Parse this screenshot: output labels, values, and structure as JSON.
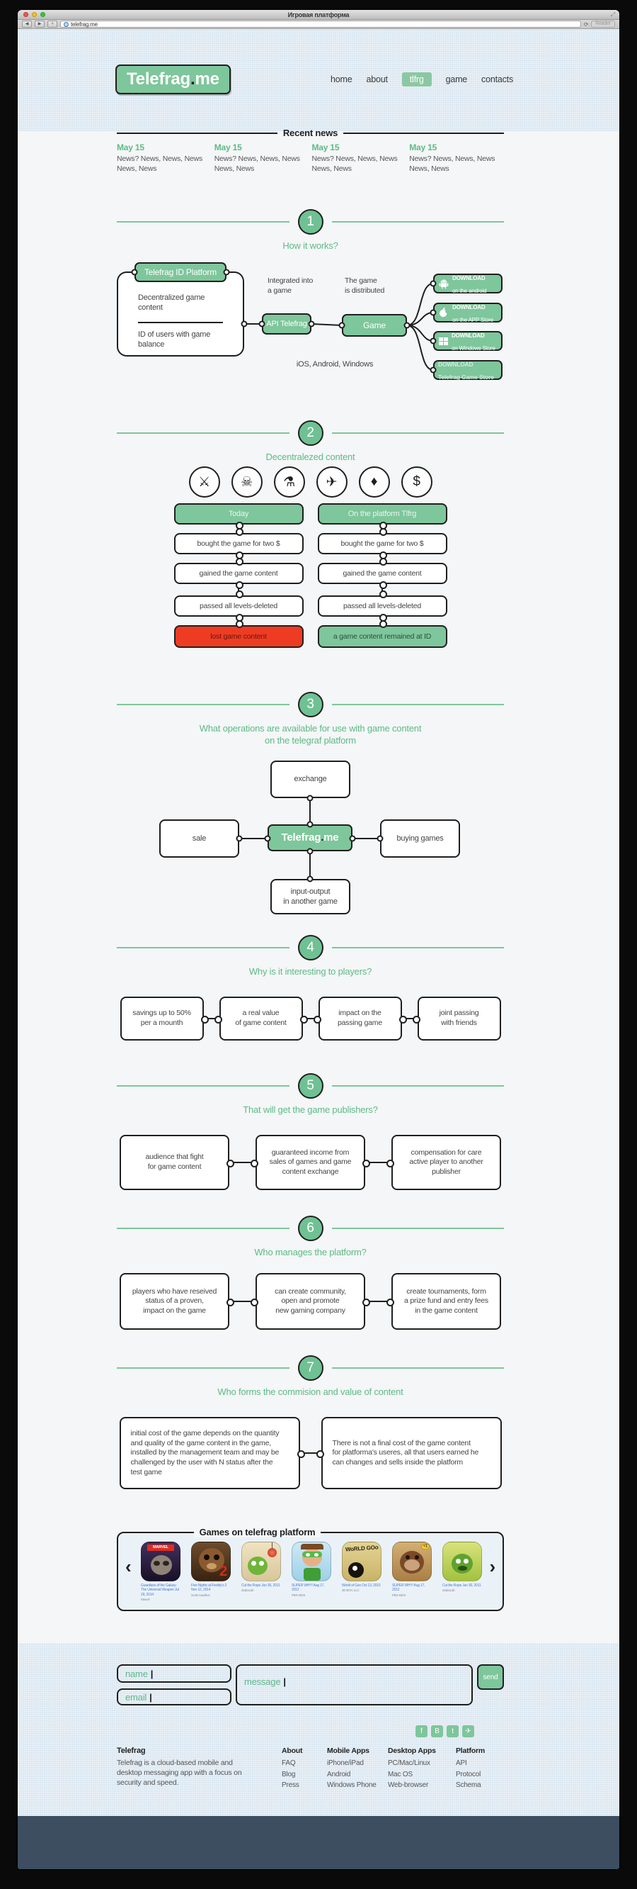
{
  "browser": {
    "window_title": "Игровая платформа",
    "url": "telefrag.me",
    "back": "◀",
    "forward": "▶",
    "new_tab": "+",
    "refresh": "⟳",
    "reader_label": "Reader"
  },
  "colors": {
    "accent_green": "#7ec69b",
    "green_text": "#5eba87",
    "danger_red": "#ee3c23",
    "ink": "#1f1f1f",
    "page_bg": "#f4f6f7",
    "panel_bg": "#dbe7f1",
    "navy_bar": "#3d4e61",
    "caption_blue": "#4a7bd0"
  },
  "header": {
    "logo": {
      "part1": "Telefrag",
      "dot": ".",
      "part2": "me"
    },
    "nav": [
      {
        "label": "home"
      },
      {
        "label": "about"
      },
      {
        "label": "tlfrg"
      },
      {
        "label": "game"
      },
      {
        "label": "contacts"
      }
    ]
  },
  "news": {
    "heading": "Recent news",
    "items": [
      {
        "date": "May 15",
        "text": "News? News, News, News\nNews, News"
      },
      {
        "date": "May 15",
        "text": "News? News, News, News\nNews, News"
      },
      {
        "date": "May 15",
        "text": "News? News, News, News\nNews, News"
      },
      {
        "date": "May 15",
        "text": "News? News, News, News\nNews, News"
      }
    ]
  },
  "sec1": {
    "number": "1",
    "title": "How it works?",
    "platform_tab": "Telefrag ID Platform",
    "platform_line1": "Decentralized game content",
    "platform_line2": "ID of users with game balance",
    "integrated": "Integrated into\na game",
    "api": "API Telefrag",
    "distributed": "The game\nis distributed",
    "game": "Game",
    "os": "iOS, Android, Windows",
    "downloads": [
      {
        "line1": "DOWNLOAD",
        "line2": "on the android"
      },
      {
        "line1": "DOWNLOAD",
        "line2": "on the APP Store"
      },
      {
        "line1": "DOWNLOAD",
        "line2": "on Windows Store"
      },
      {
        "line1": "DOWNLOAD",
        "line2": "Telefrag Game Store"
      }
    ]
  },
  "sec2": {
    "number": "2",
    "title": "Decentralezed content",
    "icons": [
      {
        "glyph": "⚔"
      },
      {
        "glyph": "☠"
      },
      {
        "glyph": "⚗"
      },
      {
        "glyph": "✈"
      },
      {
        "glyph": "♦"
      },
      {
        "glyph": "$"
      }
    ],
    "left": {
      "header": "Today",
      "row1": "bought the game for two $",
      "row2": "gained the game content",
      "row3": "passed all levels-deleted",
      "final": "lost game content"
    },
    "right": {
      "header": "On the platform Tlfrg",
      "row1": "bought the game for two $",
      "row2": "gained the game content",
      "row3": "passed all levels-deleted",
      "final": "a game content remained at ID"
    }
  },
  "sec3": {
    "number": "3",
    "title1": "What operations are available for use with game content",
    "title2": "on the telegraf platform",
    "top": "exchange",
    "left": "sale",
    "center": {
      "part1": "Telefrag",
      "dot": ".",
      "part2": "me"
    },
    "right": "buying games",
    "bottom": "input-output\nin another game"
  },
  "sec4": {
    "number": "4",
    "title": "Why is it interesting to players?",
    "boxes": [
      "savings up to 50%\nper a mounth",
      "a real value\nof game content",
      "impact on the\npassing game",
      "joint passing\nwith friends"
    ]
  },
  "sec5": {
    "number": "5",
    "title": "That will get the game publishers?",
    "boxes": [
      "audience that fight\nfor game content",
      "guaranteed income from\nsales of games and game\ncontent exchange",
      "compensation for care\nactive player to another\npublisher"
    ]
  },
  "sec6": {
    "number": "6",
    "title": "Who manages the platform?",
    "boxes": [
      "players who have reseived\nstatus of a proven,\nimpact on the game",
      "can create community,\nopen and promote\nnew gaming company",
      "create tournaments, form\na prize fund and entry fees\nin the game content"
    ]
  },
  "sec7": {
    "number": "7",
    "title": "Who forms the commision and value of content",
    "boxes": [
      "initial cost of the game depends on the quantity\nand quality of the game content in the game,\ninstalled by the management team and may be\nchallenged by the user with N status after the\ntest game",
      "There is not a final cost of the game content\nfor platforma's useres, all that users earned he\ncan changes and sells inside the platform"
    ]
  },
  "games": {
    "heading": "Games on telefrag platform",
    "prev": "‹",
    "next": "›",
    "items": [
      {
        "caption": "Guardians of the Galaxy: The Universal Weapon Jul 29, 2014",
        "publisher": "Marvel",
        "icon_text": "MARVEL"
      },
      {
        "caption": "Five Nights at Freddy's 2 Nov 12, 2014",
        "publisher": "Scott Cawthon",
        "icon_text": "2"
      },
      {
        "caption": "Cut the Rope Jun 30, 2011",
        "publisher": "ZeptoLab",
        "icon_text": ""
      },
      {
        "caption": "SUPER WHY! Aug 17, 2012",
        "publisher": "PBS KIDS",
        "icon_text": ""
      },
      {
        "caption": "World of Goo Oct 13, 2010",
        "publisher": "2D BOY, LLC",
        "icon_text": "WoRLD GOo"
      },
      {
        "caption": "SUPER WHY! Aug 17, 2012",
        "publisher": "PBS KIDS",
        "icon_text": "+1"
      },
      {
        "caption": "Cut the Rope Jun 30, 2011",
        "publisher": "ZeptoLab",
        "icon_text": ""
      }
    ]
  },
  "contact": {
    "name_label": "name",
    "email_label": "email",
    "message_label": "message",
    "send_label": "send",
    "caret": "|"
  },
  "social": [
    {
      "glyph": "f"
    },
    {
      "glyph": "B"
    },
    {
      "glyph": "t"
    },
    {
      "glyph": "✈"
    }
  ],
  "footer": {
    "brand_title": "Telefrag",
    "brand_desc": "Telefrag is a cloud-based mobile and desktop messaging app with a focus on security and speed.",
    "columns": [
      {
        "title": "About",
        "items": [
          "FAQ",
          "Blog",
          "Press"
        ]
      },
      {
        "title": "Mobile Apps",
        "items": [
          "iPhone/iPad",
          "Android",
          "Windows Phone"
        ]
      },
      {
        "title": "Desktop Apps",
        "items": [
          "PC/Mac/Linux",
          "Mac OS",
          "Web-browser"
        ]
      },
      {
        "title": "Platform",
        "items": [
          "API",
          "Protocol",
          "Schema"
        ]
      }
    ]
  }
}
